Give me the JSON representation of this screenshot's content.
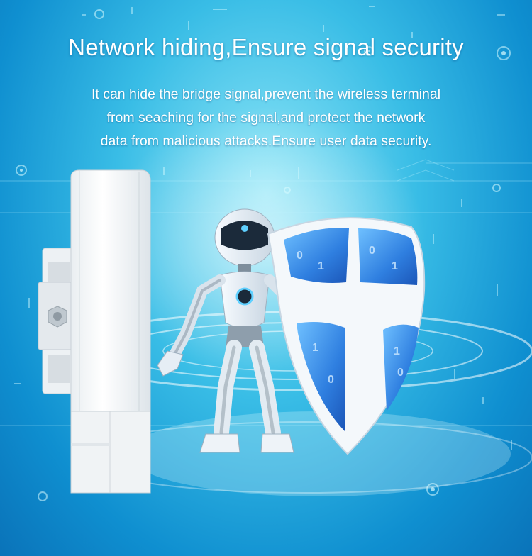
{
  "headline": "Network hiding,Ensure signal security",
  "description": [
    "It can hide the bridge signal,prevent the wireless terminal",
    "from seaching for the signal,and protect the network",
    "data from malicious attacks.Ensure user data security."
  ],
  "shield_digits": [
    "0",
    "1",
    "0",
    "1",
    "1",
    "0",
    "1",
    "0"
  ],
  "colors": {
    "background_center": "#8fe6f7",
    "background_edge": "#0a73b9",
    "text": "#ffffff",
    "shield_panel": "#2f7fe0"
  }
}
